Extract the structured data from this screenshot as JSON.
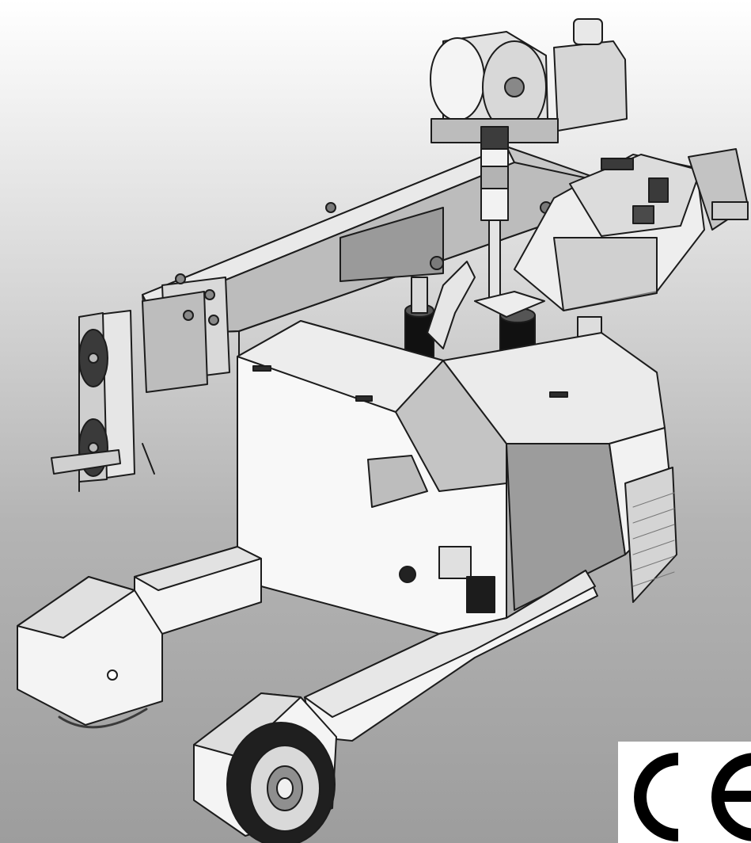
{
  "image": {
    "subject": "mini-crane-technical-illustration",
    "style": "grayscale-line-drawing",
    "background_gradient": [
      "#ffffff",
      "#d2d2d2",
      "#9d9d9d"
    ]
  },
  "crane": {
    "boom_color": "#c7c7c7",
    "body_color": "#f7f7f7",
    "shade_color": "#8f8f8f",
    "outline_color": "#1c1c1c",
    "cylinder_color": "#111111",
    "wheel_count": 2,
    "outrigger_count": 2
  },
  "certification": {
    "mark": "ce-mark",
    "mark_color": "#000000",
    "panel_color": "#ffffff"
  }
}
